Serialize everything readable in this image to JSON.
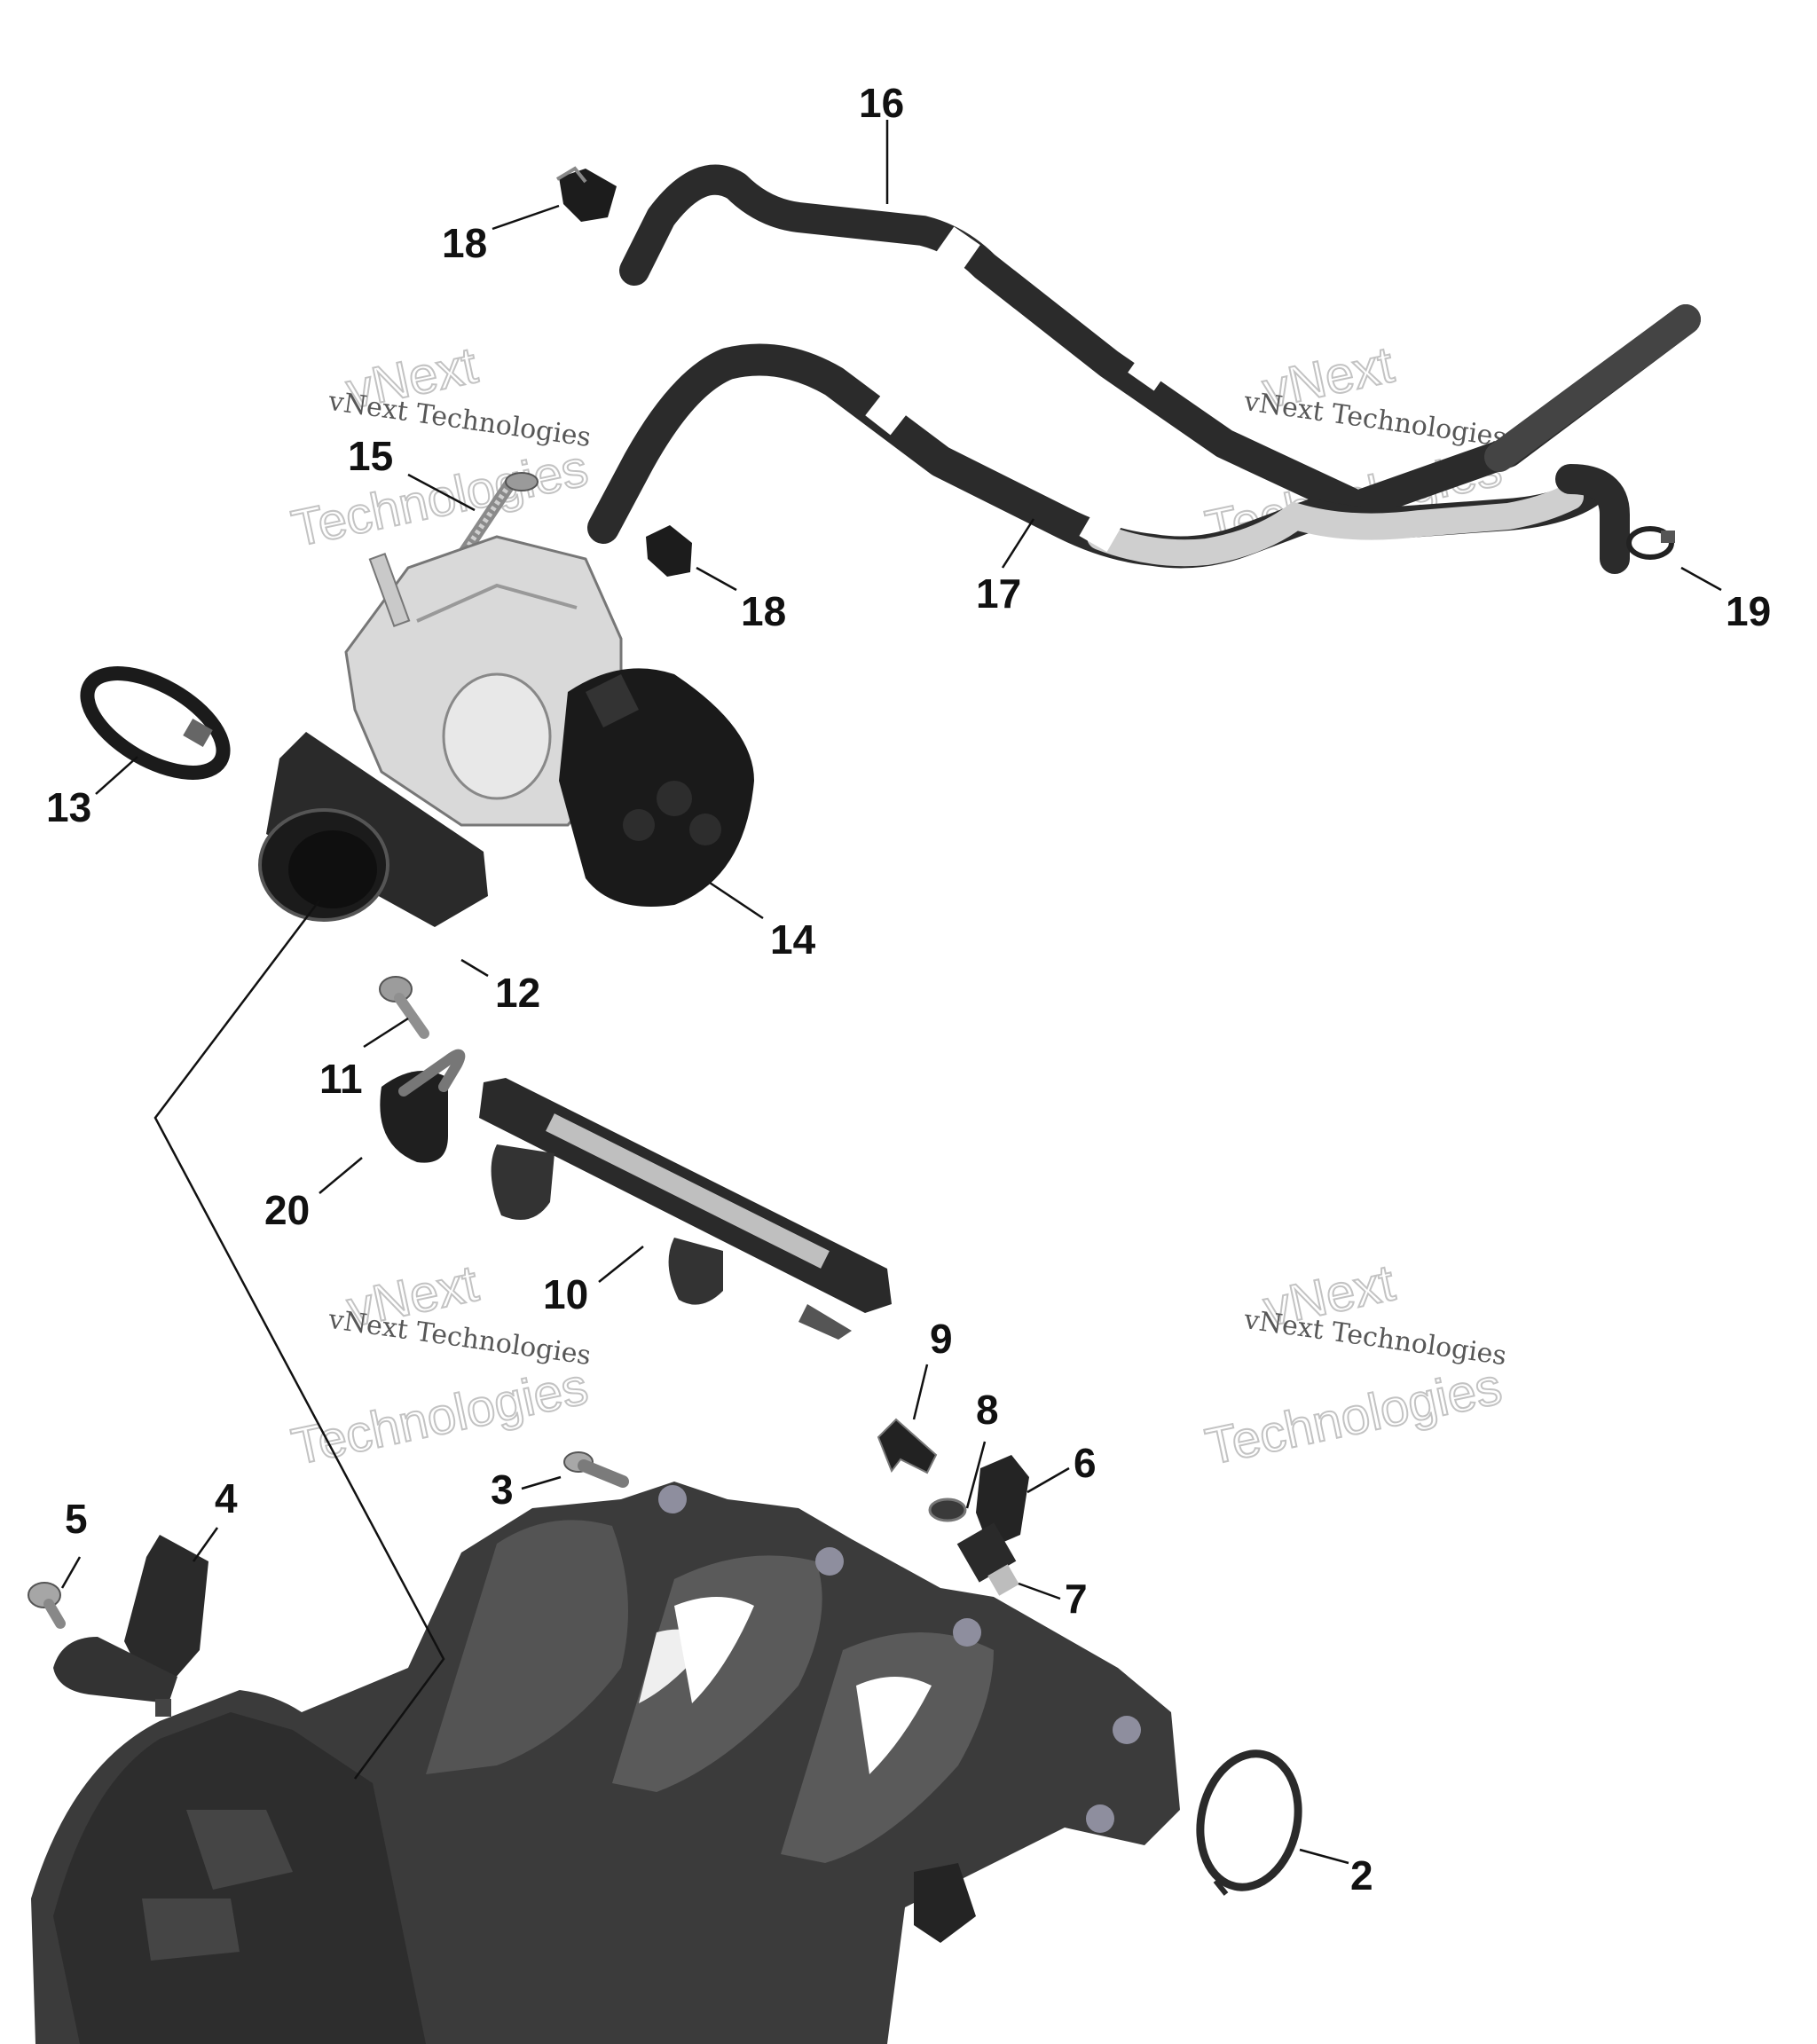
{
  "watermark": {
    "brand": "vNext",
    "line": "vNext Technologies",
    "word": "Technologies"
  },
  "callouts": [
    {
      "num": "2"
    },
    {
      "num": "3"
    },
    {
      "num": "4"
    },
    {
      "num": "5"
    },
    {
      "num": "6"
    },
    {
      "num": "7"
    },
    {
      "num": "8"
    },
    {
      "num": "9"
    },
    {
      "num": "10"
    },
    {
      "num": "11"
    },
    {
      "num": "12"
    },
    {
      "num": "13"
    },
    {
      "num": "14"
    },
    {
      "num": "15"
    },
    {
      "num": "16"
    },
    {
      "num": "17"
    },
    {
      "num": "18"
    },
    {
      "num": "18"
    },
    {
      "num": "19"
    },
    {
      "num": "20"
    }
  ],
  "colors": {
    "hose": "#2b2b2b",
    "hose_band": "#ffffff",
    "metal": "#d7d7d7",
    "dark_part": "#1a1a1a",
    "manifold": "#3b3b3b",
    "manifold_light": "#6a6a6a"
  }
}
